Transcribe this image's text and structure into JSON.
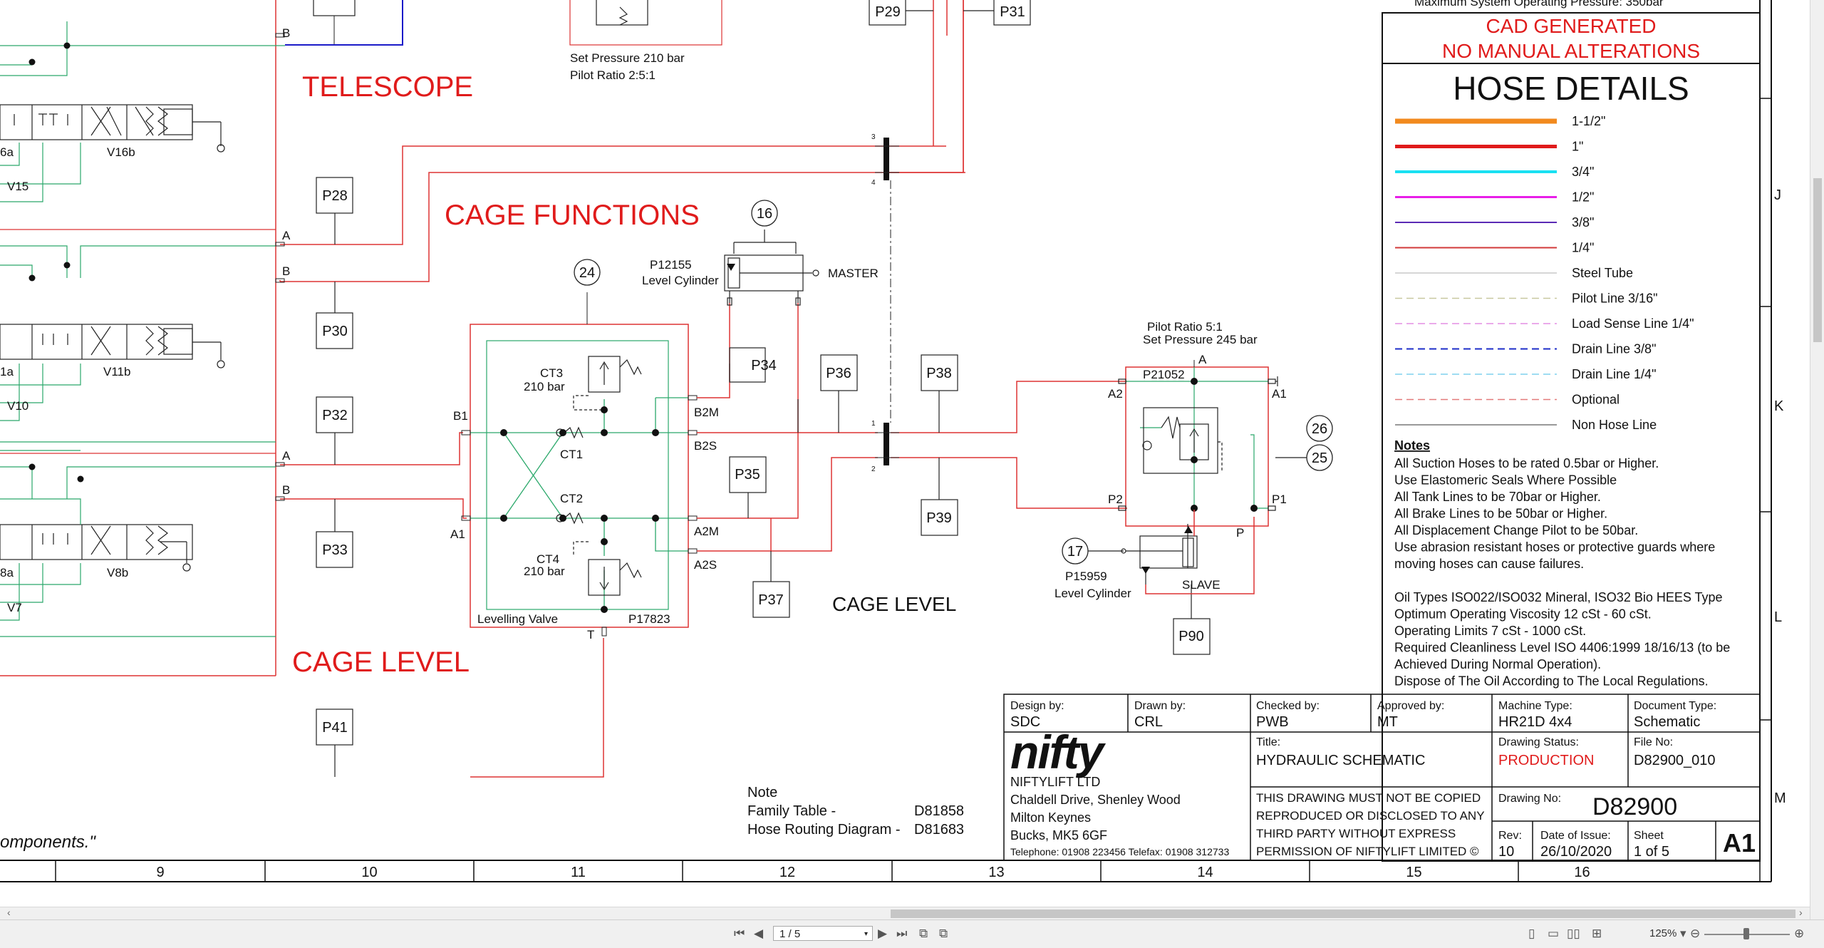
{
  "title_block_header": {
    "line1": "Maximum System Operating Pressure:  350bar",
    "cad_line1": "CAD GENERATED",
    "cad_line2": "NO MANUAL ALTERATIONS"
  },
  "hose_details": {
    "title": "HOSE DETAILS",
    "items": [
      {
        "label": "1-1/2\"",
        "color": "#f28a1e",
        "style": "solid",
        "width": 7
      },
      {
        "label": "1\"",
        "color": "#e01b1b",
        "style": "solid",
        "width": 5
      },
      {
        "label": "3/4\"",
        "color": "#19e0f2",
        "style": "solid",
        "width": 4
      },
      {
        "label": "1/2\"",
        "color": "#e81ee8",
        "style": "solid",
        "width": 3
      },
      {
        "label": "3/8\"",
        "color": "#5b2bb5",
        "style": "solid",
        "width": 2
      },
      {
        "label": "1/4\"",
        "color": "#d23a3a",
        "style": "solid",
        "width": 2
      },
      {
        "label": "Steel Tube",
        "color": "#c9c9c9",
        "style": "solid",
        "width": 1.5
      },
      {
        "label": "Pilot Line 3/16\"",
        "color": "#c8c8a0",
        "style": "dash",
        "width": 1.5
      },
      {
        "label": "Load Sense Line 1/4\"",
        "color": "#e48ee4",
        "style": "dash",
        "width": 1.5
      },
      {
        "label": "Drain Line 3/8\"",
        "color": "#1c2cc8",
        "style": "dash",
        "width": 2
      },
      {
        "label": "Drain Line 1/4\"",
        "color": "#7fd0ee",
        "style": "dash",
        "width": 1.5
      },
      {
        "label": "Optional",
        "color": "#e47a7a",
        "style": "dash",
        "width": 1.5
      },
      {
        "label": "Non Hose Line",
        "color": "#333333",
        "style": "solid",
        "width": 1
      }
    ]
  },
  "notes": {
    "title": "Notes",
    "lines": [
      "All Suction Hoses to be rated 0.5bar or Higher.",
      "Use Elastomeric Seals Where Possible",
      "All Tank Lines to be 70bar or Higher.",
      "All Brake Lines to be 50bar or Higher.",
      "All Displacement Change Pilot to be 50bar.",
      "Use abrasion resistant hoses or protective guards where",
      "moving hoses can cause failures.",
      "",
      "Oil Types ISO022/ISO032 Mineral, ISO32 Bio HEES Type",
      "Optimum Operating Viscosity 12 cSt - 60 cSt.",
      "Operating Limits 7 cSt - 1000 cSt.",
      "Required Cleanliness Level ISO 4406:1999 18/16/13 (to be",
      "Achieved During Normal Operation).",
      "Dispose of The Oil According to The Local Regulations."
    ]
  },
  "title_block": {
    "design_by_label": "Design by:",
    "design_by": "SDC",
    "drawn_by_label": "Drawn by:",
    "drawn_by": "CRL",
    "checked_by_label": "Checked by:",
    "checked_by": "PWB",
    "approved_by_label": "Approved by:",
    "approved_by": "MT",
    "machine_type_label": "Machine Type:",
    "machine_type": "HR21D 4x4",
    "document_type_label": "Document Type:",
    "document_type": "Schematic",
    "logo": "nifty",
    "company": "NIFTYLIFT LTD",
    "address": [
      "Chaldell Drive, Shenley Wood",
      "Milton Keynes",
      "Bucks, MK5 6GF"
    ],
    "phone": "Telephone: 01908 223456   Telefax: 01908 312733",
    "title_label": "Title:",
    "title": "HYDRAULIC SCHEMATIC",
    "status_label": "Drawing Status:",
    "status": "PRODUCTION",
    "file_label": "File No:",
    "file_no": "D82900_010",
    "copy_notice": [
      "THIS DRAWING MUST NOT BE COPIED",
      "REPRODUCED OR DISCLOSED TO ANY",
      "THIRD PARTY WITHOUT EXPRESS",
      "PERMISSION OF NIFTYLIFT LIMITED  ©"
    ],
    "drawing_no_label": "Drawing No:",
    "drawing_no": "D82900",
    "rev_label": "Rev:",
    "rev": "10",
    "date_label": "Date  of Issue:",
    "date": "26/10/2020",
    "sheet_label": "Sheet",
    "sheet": "1    of     5",
    "size": "A1"
  },
  "notes_ref": {
    "title": "Note",
    "rows": [
      {
        "label": "Family Table  -",
        "value": "D81858"
      },
      {
        "label": "Hose Routing Diagram -",
        "value": "D81683"
      }
    ]
  },
  "schematic": {
    "section_telescope": "TELESCOPE",
    "section_cage_functions": "CAGE FUNCTIONS",
    "section_cage_level": "CAGE LEVEL",
    "cage_level_label": "CAGE LEVEL",
    "components_fragment": "omponents.\"",
    "relief_set": "Set Pressure  210 bar",
    "relief_pilot": "Pilot Ratio  2:5:1",
    "pilot_ratio": "Pilot Ratio 5:1",
    "set_pressure": "Set Pressure   245 bar",
    "master_part": "P12155",
    "master_name": "Level Cylinder",
    "master": "MASTER",
    "slave_part": "P15959",
    "slave_name": "Level Cylinder",
    "slave": "SLAVE",
    "valve_name": "Levelling Valve",
    "valve_part": "P17823",
    "valve_p21052": "P21052",
    "ct3": "CT3",
    "ct3_bar": "210 bar",
    "ct4": "CT4",
    "ct4_bar": "210 bar",
    "ct1": "CT1",
    "ct2": "CT2",
    "port_b2m": "B2M",
    "port_b2s": "B2S",
    "port_a2m": "A2M",
    "port_a2s": "A2S",
    "port_b1": "B1",
    "port_a1": "A1",
    "port_t": "T",
    "port_a": "A",
    "port_a2": "A2",
    "port_a1b": "A1",
    "port_p2": "P2",
    "port_p1": "P1",
    "port_p": "P",
    "row_a": "A",
    "row_b": "B",
    "valves": [
      "V15",
      "V16b",
      "6a",
      "V10",
      "V11b",
      "1a",
      "V7",
      "V8b",
      "8a"
    ],
    "ports": [
      "P29",
      "P31",
      "P28",
      "P30",
      "P32",
      "P33",
      "P34",
      "P35",
      "P36",
      "P37",
      "P38",
      "P39",
      "P41",
      "P90"
    ],
    "circles": [
      "16",
      "24",
      "26",
      "25",
      "17"
    ],
    "junction_nums": [
      "3",
      "4",
      "1",
      "2"
    ],
    "grid_cols": [
      "9",
      "10",
      "11",
      "12",
      "13",
      "14",
      "15",
      "16"
    ],
    "grid_rows": [
      "J",
      "K",
      "L",
      "M"
    ]
  },
  "viewer": {
    "page_box": "1 / 5",
    "zoom": "125%"
  }
}
